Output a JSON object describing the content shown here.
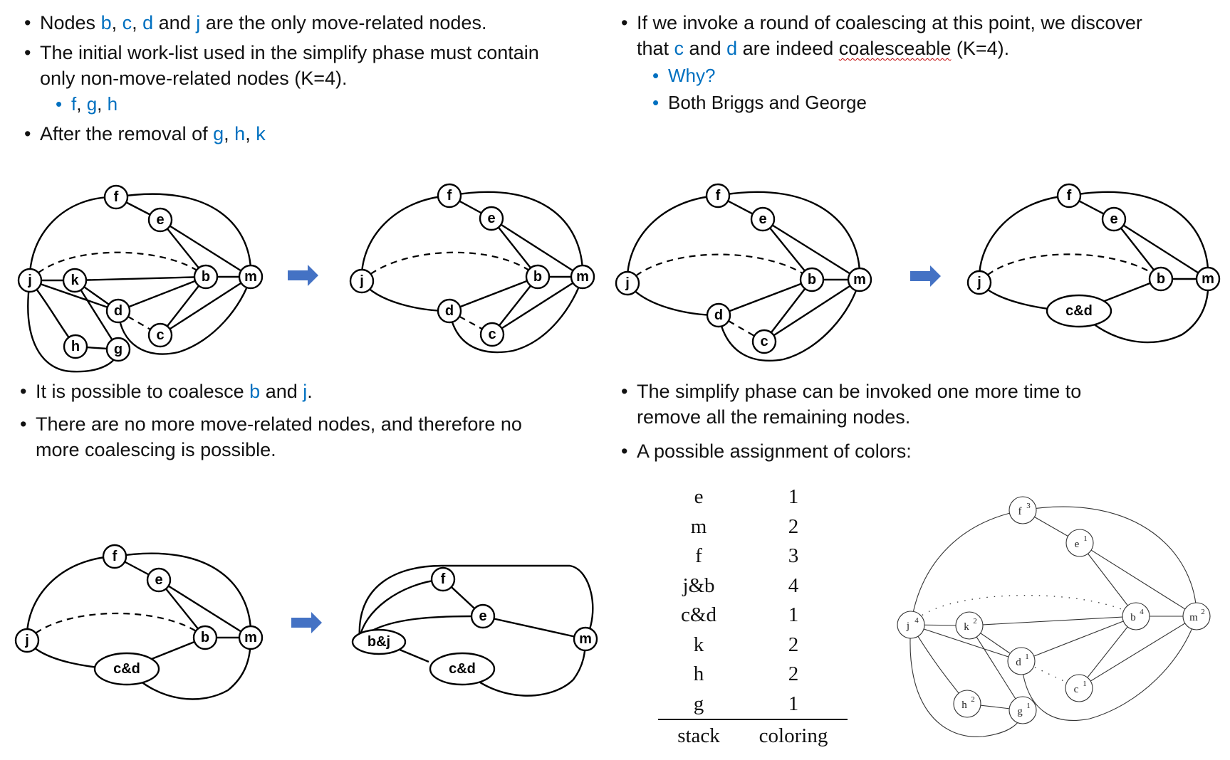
{
  "top_left": {
    "bullet1": {
      "p1": "Nodes ",
      "b": "b",
      ", ": ", ",
      "c": "c",
      "d_sep": ", ",
      "d": "d",
      "and": " and ",
      "j": "j",
      "rest": " are the only move-related nodes."
    },
    "bullet2": {
      "line1": "The initial work-list used in the simplify phase must contain",
      "line2": "only non-move-related nodes (K=4)."
    },
    "sub1": {
      "f": "f",
      "sep1": ", ",
      "g": "g",
      "sep2": ", ",
      "h": "h"
    },
    "bullet3": {
      "p1": "After the removal of ",
      "g": "g",
      "sep1": ", ",
      "h": "h",
      "sep2": ", ",
      "k": "k"
    }
  },
  "top_right": {
    "bullet1": {
      "line1": "If we invoke a round of coalescing at this point, we discover",
      "p1": "that ",
      "c": "c",
      "and": " and ",
      "d": "d",
      "p2": " are indeed ",
      "coal": "coalesceable",
      "p3": " (K=4)."
    },
    "sub1": "Why?",
    "sub2": "Both Briggs and George"
  },
  "mid_left": {
    "bullet1": {
      "p1": "It is possible to coalesce ",
      "b": "b",
      "and": " and ",
      "j": "j",
      "end": "."
    },
    "bullet2": {
      "line1": "There are no more move-related nodes, and therefore no",
      "line2": "more coalescing is possible."
    }
  },
  "mid_right": {
    "bullet1": {
      "line1": "The simplify phase can be invoked one more time to",
      "line2": "remove all the remaining nodes."
    },
    "bullet2": "A possible assignment of colors:"
  },
  "nodes": {
    "f": "f",
    "e": "e",
    "j": "j",
    "k": "k",
    "b": "b",
    "m": "m",
    "d": "d",
    "c": "c",
    "h": "h",
    "g": "g",
    "cd": "c&d",
    "bj": "b&j"
  },
  "colors": {
    "accent_blue": "#0070c0",
    "arrow_blue": "#4472c4"
  },
  "table": {
    "rows": [
      {
        "stack": "e",
        "coloring": "1"
      },
      {
        "stack": "m",
        "coloring": "2"
      },
      {
        "stack": "f",
        "coloring": "3"
      },
      {
        "stack": "j&b",
        "coloring": "4"
      },
      {
        "stack": "c&d",
        "coloring": "1"
      },
      {
        "stack": "k",
        "coloring": "2"
      },
      {
        "stack": "h",
        "coloring": "2"
      },
      {
        "stack": "g",
        "coloring": "1"
      }
    ],
    "footer": {
      "stack": "stack",
      "coloring": "coloring"
    }
  },
  "colored_graph": {
    "f": {
      "name": "f",
      "color": "3"
    },
    "e": {
      "name": "e",
      "color": "1"
    },
    "j": {
      "name": "j",
      "color": "4"
    },
    "k": {
      "name": "k",
      "color": "2"
    },
    "b": {
      "name": "b",
      "color": "4"
    },
    "m": {
      "name": "m",
      "color": "2"
    },
    "d": {
      "name": "d",
      "color": "1"
    },
    "c": {
      "name": "c",
      "color": "1"
    },
    "h": {
      "name": "h",
      "color": "2"
    },
    "g": {
      "name": "g",
      "color": "1"
    }
  }
}
